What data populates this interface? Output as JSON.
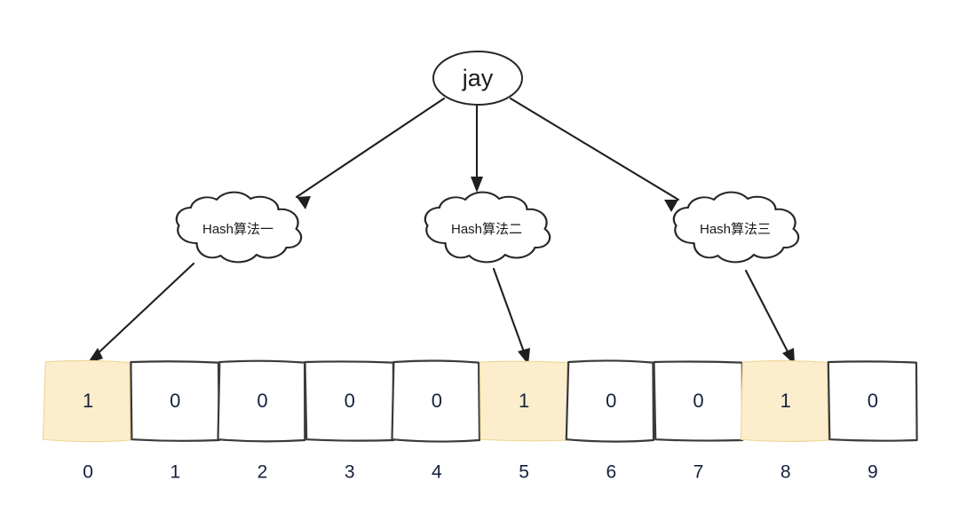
{
  "diagram": {
    "title": "Bloom Filter Hashing Diagram",
    "background_color": "#ffffff",
    "ink_color": "#262626",
    "highlight_fill": "#fceecd",
    "highlight_stroke": "#f0d79b",
    "cell_fill": "#ffffff",
    "cell_stroke": "#3a3a3a",
    "value_color": "#14213d"
  },
  "root": {
    "label": "jay",
    "shape": "ellipse"
  },
  "hash_nodes": [
    {
      "id": "hash-1",
      "label": "Hash算法一",
      "shape": "cloud",
      "target_index": 0
    },
    {
      "id": "hash-2",
      "label": "Hash算法二",
      "shape": "cloud",
      "target_index": 5
    },
    {
      "id": "hash-3",
      "label": "Hash算法三",
      "shape": "cloud",
      "target_index": 8
    }
  ],
  "bit_array": {
    "length": 10,
    "indices": [
      "0",
      "1",
      "2",
      "3",
      "4",
      "5",
      "6",
      "7",
      "8",
      "9"
    ],
    "values": [
      "1",
      "0",
      "0",
      "0",
      "0",
      "1",
      "0",
      "0",
      "1",
      "0"
    ],
    "highlighted": [
      true,
      false,
      false,
      false,
      false,
      true,
      false,
      false,
      true,
      false
    ]
  },
  "edges": [
    {
      "from": "jay",
      "to": "hash-1",
      "kind": "arrow"
    },
    {
      "from": "jay",
      "to": "hash-2",
      "kind": "arrow"
    },
    {
      "from": "jay",
      "to": "hash-3",
      "kind": "arrow"
    },
    {
      "from": "hash-1",
      "to": "bit-0",
      "kind": "arrow"
    },
    {
      "from": "hash-2",
      "to": "bit-5",
      "kind": "arrow"
    },
    {
      "from": "hash-3",
      "to": "bit-8",
      "kind": "arrow"
    }
  ]
}
